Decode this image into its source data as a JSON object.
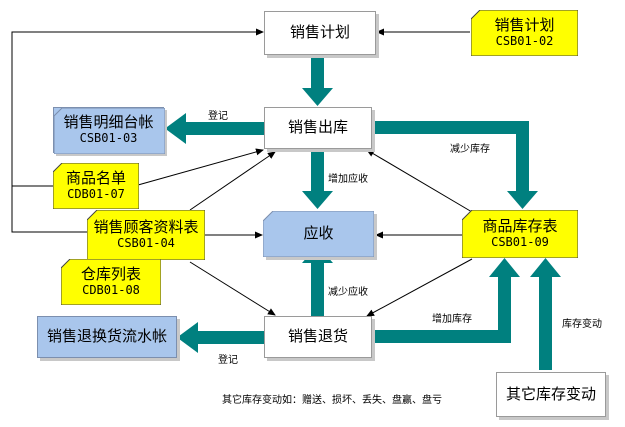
{
  "nodes": {
    "sales_plan": "销售计划",
    "plan_doc": {
      "title": "销售计划",
      "code": "CSB01-02"
    },
    "sales_detail_ledger": {
      "title": "销售明细台帐",
      "code": "CSB01-03"
    },
    "sales_outbound": "销售出库",
    "product_list": {
      "title": "商品名单",
      "code": "CDB01-07"
    },
    "customer_info": {
      "title": "销售顾客资料表",
      "code": "CSB01-04"
    },
    "receivable": "应收",
    "inventory_table": {
      "title": "商品库存表",
      "code": "CSB01-09"
    },
    "warehouse_list": {
      "title": "仓库列表",
      "code": "CDB01-08"
    },
    "return_ledger": "销售退换货流水帐",
    "sales_return": "销售退货",
    "other_inventory_change": "其它库存变动"
  },
  "edge_labels": {
    "register_top": "登记",
    "reduce_inventory": "减少库存",
    "increase_receivable": "增加应收",
    "reduce_receivable": "减少应收",
    "increase_inventory": "增加库存",
    "inventory_change": "库存变动",
    "register_bottom": "登记"
  },
  "footnote": "其它库存变动如：赠送、损坏、丢失、盘赢、盘亏",
  "colors": {
    "doc_fill": "#ffff00",
    "ledger_fill": "#a9c6ec",
    "thick_arrow": "#00807f",
    "thin_line": "#000000"
  }
}
